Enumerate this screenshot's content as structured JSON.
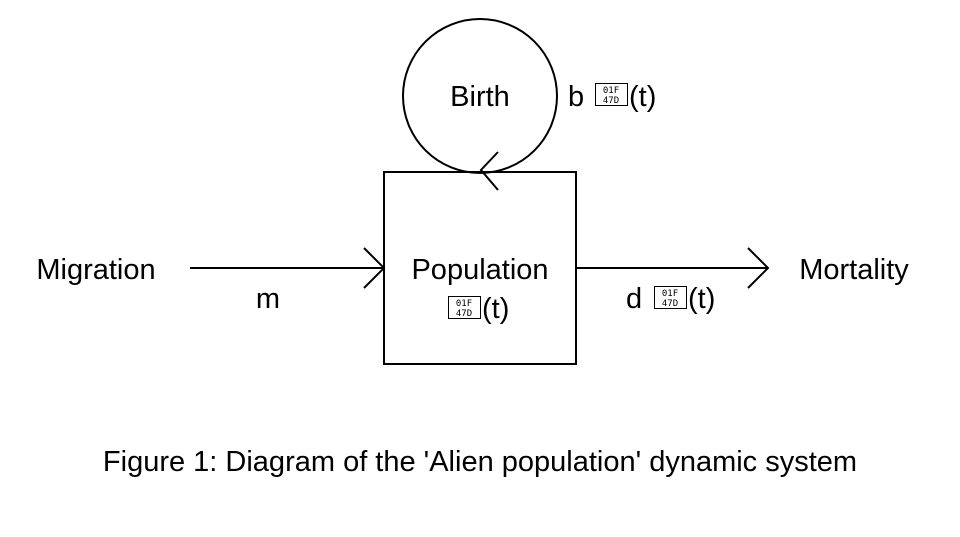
{
  "nodes": {
    "birth": "Birth",
    "population": "Population",
    "migration": "Migration",
    "mortality": "Mortality"
  },
  "edges": {
    "birth_rate_prefix": "b",
    "migration_rate": "m",
    "mortality_rate_prefix": "d",
    "time_arg": "(t)"
  },
  "missing_glyph": {
    "top": "01F",
    "bottom": "47D"
  },
  "caption": "Figure 1: Diagram of the 'Alien population' dynamic system"
}
